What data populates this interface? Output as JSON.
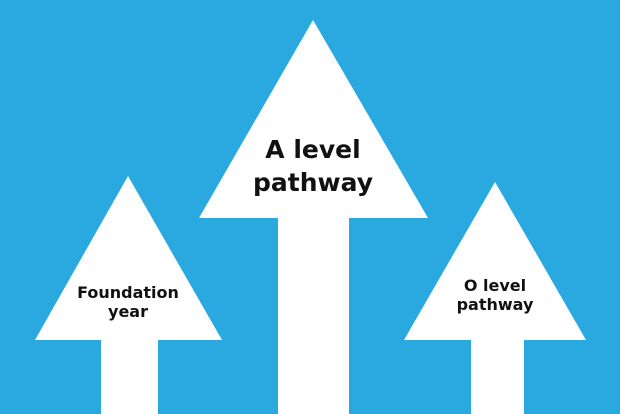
{
  "background_color": "#2AA9E0",
  "arrow_color": "#FFFFFF",
  "arrows": [
    {
      "label_line1": "Foundation",
      "label_line2": "year"
    },
    {
      "label_line1": "A level",
      "label_line2": "pathway"
    },
    {
      "label_line1": "O level",
      "label_line2": "pathway"
    }
  ]
}
